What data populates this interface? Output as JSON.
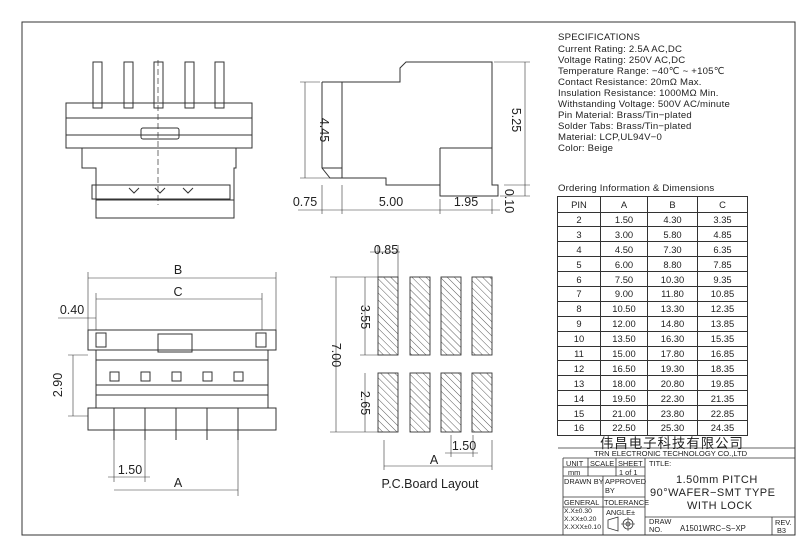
{
  "specifications": {
    "title": "SPECIFICATIONS",
    "lines": [
      "Current Rating: 2.5A AC,DC",
      "Voltage Rating: 250V AC,DC",
      "Temperature Range: −40℃ ~ +105℃",
      "Contact Resistance: 20mΩ Max.",
      "Insulation Resistance: 1000MΩ Min.",
      "Withstanding Voltage: 500V AC/minute",
      "Pin Material: Brass/Tin−plated",
      "Solder Tabs: Brass/Tin−plated",
      "Material: LCP,UL94V−0",
      "Color: Beige"
    ]
  },
  "ordering": {
    "title": "Ordering Information & Dimensions",
    "headers": [
      "PIN",
      "A",
      "B",
      "C"
    ],
    "rows": [
      [
        "2",
        "1.50",
        "4.30",
        "3.35"
      ],
      [
        "3",
        "3.00",
        "5.80",
        "4.85"
      ],
      [
        "4",
        "4.50",
        "7.30",
        "6.35"
      ],
      [
        "5",
        "6.00",
        "8.80",
        "7.85"
      ],
      [
        "6",
        "7.50",
        "10.30",
        "9.35"
      ],
      [
        "7",
        "9.00",
        "11.80",
        "10.85"
      ],
      [
        "8",
        "10.50",
        "13.30",
        "12.35"
      ],
      [
        "9",
        "12.00",
        "14.80",
        "13.85"
      ],
      [
        "10",
        "13.50",
        "16.30",
        "15.35"
      ],
      [
        "11",
        "15.00",
        "17.80",
        "16.85"
      ],
      [
        "12",
        "16.50",
        "19.30",
        "18.35"
      ],
      [
        "13",
        "18.00",
        "20.80",
        "19.85"
      ],
      [
        "14",
        "19.50",
        "22.30",
        "21.35"
      ],
      [
        "15",
        "21.00",
        "23.80",
        "22.85"
      ],
      [
        "16",
        "22.50",
        "25.30",
        "24.35"
      ]
    ]
  },
  "dimensions": {
    "side_height_left": "4.45",
    "side_height_right": "5.25",
    "side_bottom_left": "0.75",
    "side_bottom_mid": "5.00",
    "side_bottom_right": "1.95",
    "side_tab": "0.10",
    "pcb_pad_width": "0.85",
    "pcb_upper": "3.55",
    "pcb_total": "7.00",
    "pcb_lower": "2.65",
    "pcb_pitch": "1.50",
    "pcb_a": "A",
    "front_b": "B",
    "front_c": "C",
    "front_040": "0.40",
    "front_290": "2.90",
    "front_pitch": "1.50",
    "front_a": "A"
  },
  "pcb_layout_label": "P.C.Board  Layout",
  "title_block": {
    "company_cn": "伟昌电子科技有限公司",
    "company_en": "TRN ELECTRONIC TECHNOLOGY CO.,LTD",
    "unit": "UNIT",
    "scale": "SCALE",
    "sheet": "SHEET",
    "title_label": "TITLE:",
    "unit_val": "mm",
    "sheet_val": "1 of 1",
    "drawn_by": "DRAWN BY",
    "approved_by": "APPROVED BY",
    "title_line1": "1.50mm PITCH",
    "title_line2": "90°WAFER−SMT TYPE",
    "title_line3": "WITH LOCK",
    "general": "GENERAL",
    "tolerance": "TOLERANCE",
    "angle": "ANGLE±",
    "tol1": "X.X±0.30",
    "tol2": "X.XX±0.20",
    "tol3": "X.XXX±0.10",
    "draw_no_label": "DRAW NO.",
    "draw_no": "A1501WRC−S−XP",
    "rev_label": "REV.",
    "rev": "B3"
  }
}
